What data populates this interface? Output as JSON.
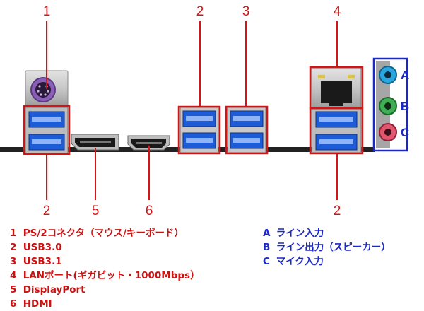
{
  "callouts": {
    "top": [
      "1",
      "2",
      "3",
      "4"
    ],
    "bottom": [
      "2",
      "5",
      "6",
      "2"
    ],
    "audio": [
      "A",
      "B",
      "C"
    ]
  },
  "legend_ports": [
    {
      "num": "1",
      "text": "PS/2コネクタ（マウス/キーボード）"
    },
    {
      "num": "2",
      "text": "USB3.0"
    },
    {
      "num": "3",
      "text": "USB3.1"
    },
    {
      "num": "4",
      "text": "LANポート(ギガビット・1000Mbps）"
    },
    {
      "num": "5",
      "text": "DisplayPort"
    },
    {
      "num": "6",
      "text": "HDMI"
    }
  ],
  "legend_audio": [
    {
      "num": "A",
      "text": "ライン入力"
    },
    {
      "num": "B",
      "text": "ライン出力（スピーカー）"
    },
    {
      "num": "C",
      "text": "マイク入力"
    }
  ],
  "colors": {
    "callout_red": "#d41515",
    "callout_blue": "#1a28c8",
    "usb_blue": "#1e5bd6",
    "ps2_purple": "#8a5fb8",
    "jack_blue": "#2aa7e0",
    "jack_green": "#3fae55",
    "jack_pink": "#e2566f"
  }
}
